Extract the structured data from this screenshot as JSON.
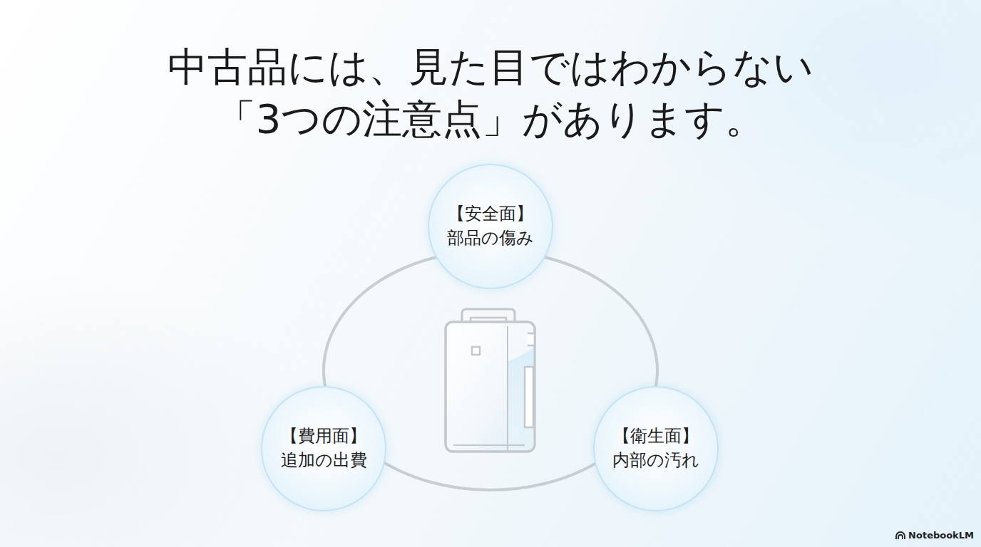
{
  "diagram": {
    "title": "中古品には、見た目ではわからない 「3つの注意点」があります。",
    "nodes": [
      {
        "text": [
          "【安全面】",
          "部品の傷み"
        ]
      },
      {
        "text": [
          "【費用面】",
          "追加の出費"
        ]
      },
      {
        "text": [
          "【衛生面】",
          "内部の汚れ"
        ]
      }
    ],
    "labels": [
      "NotebookLM"
    ]
  }
}
